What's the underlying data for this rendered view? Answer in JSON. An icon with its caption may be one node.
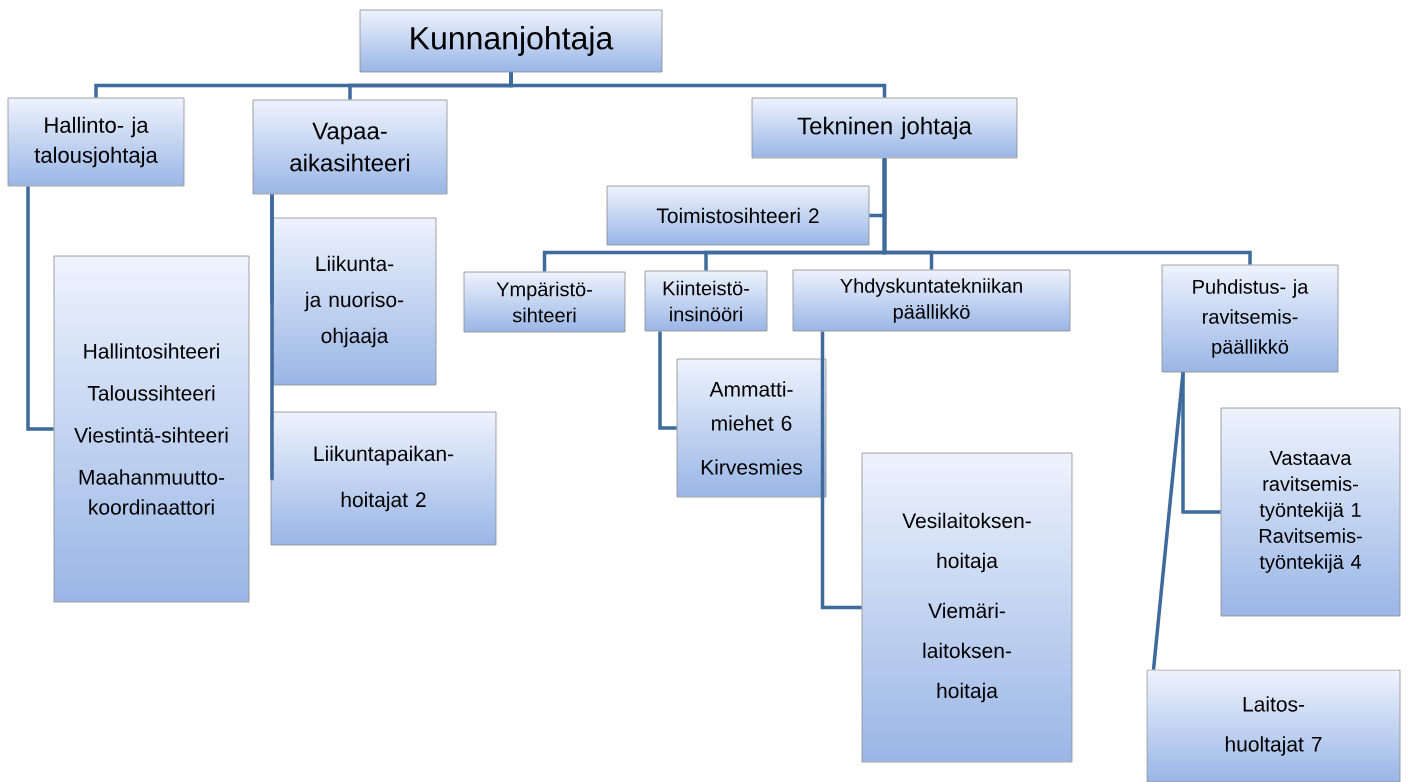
{
  "diagram": {
    "nodes": [
      {
        "text": [
          "Kunnanjohtaja"
        ]
      },
      {
        "text": [
          "Hallinto- ja talousjohtaja"
        ]
      },
      {
        "text": [
          "Vapaa-aikasihteeri"
        ]
      },
      {
        "text": [
          "Tekninen johtaja"
        ]
      },
      {
        "text": [
          "Toimistosihteeri 2"
        ]
      },
      {
        "text": [
          "Ympäristö-sihteeri"
        ]
      },
      {
        "text": [
          "Kiinteistö-insinööri"
        ]
      },
      {
        "text": [
          "Yhdyskuntatekniikan päällikkö"
        ]
      },
      {
        "text": [
          "Puhdistus- ja ravitsemis-päällikkö"
        ]
      },
      {
        "text": [
          "Hallintosihteeri",
          "Taloussihteeri",
          "Viestintä-sihteeri",
          "Maahanmuutto-koordinaattori"
        ]
      },
      {
        "text": [
          "Liikunta- ja nuoriso-ohjaaja"
        ]
      },
      {
        "text": [
          "Liikuntapaikan-hoitajat 2"
        ]
      },
      {
        "text": [
          "Ammatti-miehet 6",
          "Kirvesmies"
        ]
      },
      {
        "text": [
          "Vesilaitoksen-hoitaja",
          "Viemäri-laitoksen-hoitaja"
        ]
      },
      {
        "text": [
          "Vastaava ravitsemis-työntekijä 1",
          "Ravitsemis-työntekijä 4"
        ]
      },
      {
        "text": [
          "Laitos-huoltajat 7"
        ]
      }
    ],
    "edges": [
      {
        "from": 0,
        "to": 1,
        "arrow": "none"
      },
      {
        "from": 0,
        "to": 2,
        "arrow": "none"
      },
      {
        "from": 0,
        "to": 3,
        "arrow": "none"
      },
      {
        "from": 1,
        "to": 9,
        "arrow": "none"
      },
      {
        "from": 2,
        "to": 10,
        "arrow": "none"
      },
      {
        "from": 2,
        "to": 11,
        "arrow": "none"
      },
      {
        "from": 3,
        "to": 4,
        "arrow": "none"
      },
      {
        "from": 3,
        "to": 5,
        "arrow": "none"
      },
      {
        "from": 3,
        "to": 6,
        "arrow": "none"
      },
      {
        "from": 3,
        "to": 7,
        "arrow": "none"
      },
      {
        "from": 3,
        "to": 8,
        "arrow": "none"
      },
      {
        "from": 6,
        "to": 12,
        "arrow": "none"
      },
      {
        "from": 7,
        "to": 13,
        "arrow": "none"
      },
      {
        "from": 8,
        "to": 14,
        "arrow": "none"
      },
      {
        "from": 8,
        "to": 15,
        "arrow": "none"
      }
    ]
  }
}
